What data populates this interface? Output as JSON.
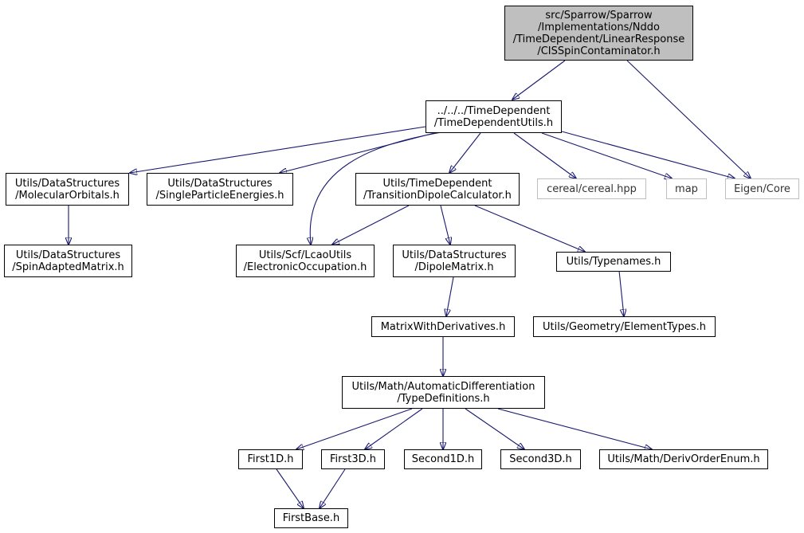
{
  "colors": {
    "edge": "#191970",
    "root_fill": "#bfbfbf",
    "node_border": "#000000",
    "external_border": "#bfbfbf"
  },
  "nodes": {
    "root": [
      "src/Sparrow/Sparrow",
      "/Implementations/Nddo",
      "/TimeDependent/LinearResponse",
      "/CISSpinContaminator.h"
    ],
    "time_dependent_utils": [
      "../../../TimeDependent",
      "/TimeDependentUtils.h"
    ],
    "molecular_orbitals": [
      "Utils/DataStructures",
      "/MolecularOrbitals.h"
    ],
    "single_particle_energies": [
      "Utils/DataStructures",
      "/SingleParticleEnergies.h"
    ],
    "transition_dipole_calculator": [
      "Utils/TimeDependent",
      "/TransitionDipoleCalculator.h"
    ],
    "cereal": [
      "cereal/cereal.hpp"
    ],
    "map": [
      "map"
    ],
    "eigen_core": [
      "Eigen/Core"
    ],
    "spin_adapted_matrix": [
      "Utils/DataStructures",
      "/SpinAdaptedMatrix.h"
    ],
    "electronic_occupation": [
      "Utils/Scf/LcaoUtils",
      "/ElectronicOccupation.h"
    ],
    "dipole_matrix": [
      "Utils/DataStructures",
      "/DipoleMatrix.h"
    ],
    "typenames": [
      "Utils/Typenames.h"
    ],
    "matrix_with_derivatives": [
      "MatrixWithDerivatives.h"
    ],
    "element_types": [
      "Utils/Geometry/ElementTypes.h"
    ],
    "type_definitions": [
      "Utils/Math/AutomaticDifferentiation",
      "/TypeDefinitions.h"
    ],
    "first1d": [
      "First1D.h"
    ],
    "first3d": [
      "First3D.h"
    ],
    "second1d": [
      "Second1D.h"
    ],
    "second3d": [
      "Second3D.h"
    ],
    "deriv_order_enum": [
      "Utils/Math/DerivOrderEnum.h"
    ],
    "first_base": [
      "FirstBase.h"
    ]
  }
}
